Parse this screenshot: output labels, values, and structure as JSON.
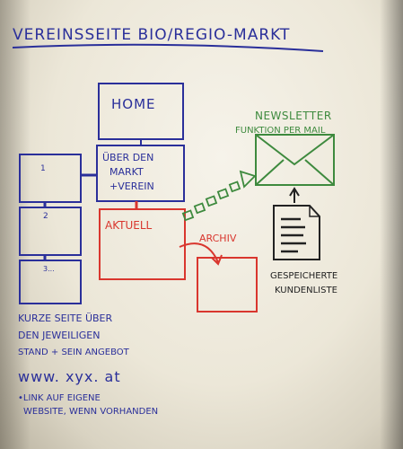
{
  "title": "VEREINSSEITE BIO/REGIO-MARKT",
  "home": "HOME",
  "about_lines": [
    "ÜBER DEN",
    "MARKT",
    "+VEREIN"
  ],
  "aktuell": "AKTUELL",
  "archiv": "ARCHIV",
  "newsletter_lines": [
    "NEWSLETTER",
    "FUNKTION PER MAIL"
  ],
  "customer_list_lines": [
    "GESPEICHERTE",
    "KUNDENLISTE"
  ],
  "page_labels": [
    "1",
    "2",
    "3..."
  ],
  "note_lines": [
    "KURZE SEITE ÜBER",
    "DEN JEWEILIGEN",
    "STAND + SEIN ANGEBOT"
  ],
  "url": "www. xyx. at",
  "link_lines": [
    "•LINK AUF EIGENE",
    "WEBSITE, WENN VORHANDEN"
  ],
  "colors": {
    "ink": "#2a2f9a",
    "red": "#d9362e",
    "green": "#3e8a3e",
    "black": "#222"
  }
}
